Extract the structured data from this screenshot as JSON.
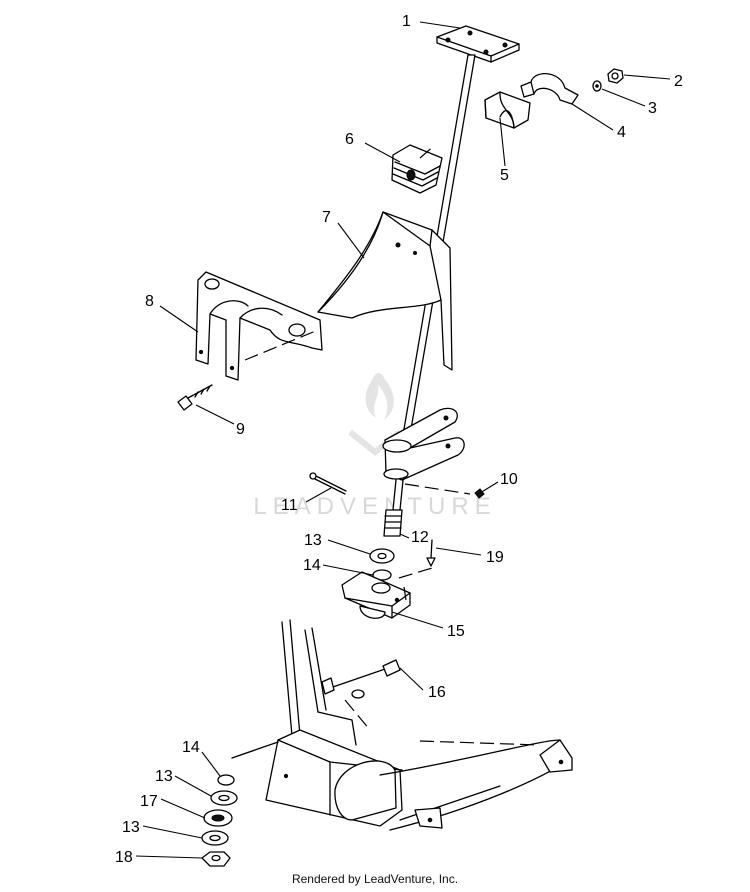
{
  "callouts": [
    {
      "id": "1",
      "label": "1"
    },
    {
      "id": "2",
      "label": "2"
    },
    {
      "id": "3",
      "label": "3"
    },
    {
      "id": "4",
      "label": "4"
    },
    {
      "id": "5",
      "label": "5"
    },
    {
      "id": "6",
      "label": "6"
    },
    {
      "id": "7",
      "label": "7"
    },
    {
      "id": "8",
      "label": "8"
    },
    {
      "id": "9",
      "label": "9"
    },
    {
      "id": "10",
      "label": "10"
    },
    {
      "id": "11",
      "label": "11"
    },
    {
      "id": "12",
      "label": "12"
    },
    {
      "id": "13a",
      "label": "13"
    },
    {
      "id": "14a",
      "label": "14"
    },
    {
      "id": "15",
      "label": "15"
    },
    {
      "id": "16",
      "label": "16"
    },
    {
      "id": "19",
      "label": "19"
    },
    {
      "id": "14b",
      "label": "14"
    },
    {
      "id": "13b",
      "label": "13"
    },
    {
      "id": "17",
      "label": "17"
    },
    {
      "id": "13c",
      "label": "13"
    },
    {
      "id": "18",
      "label": "18"
    }
  ],
  "watermark": "LEADVENTURE",
  "footer": "Rendered by LeadVenture, Inc."
}
